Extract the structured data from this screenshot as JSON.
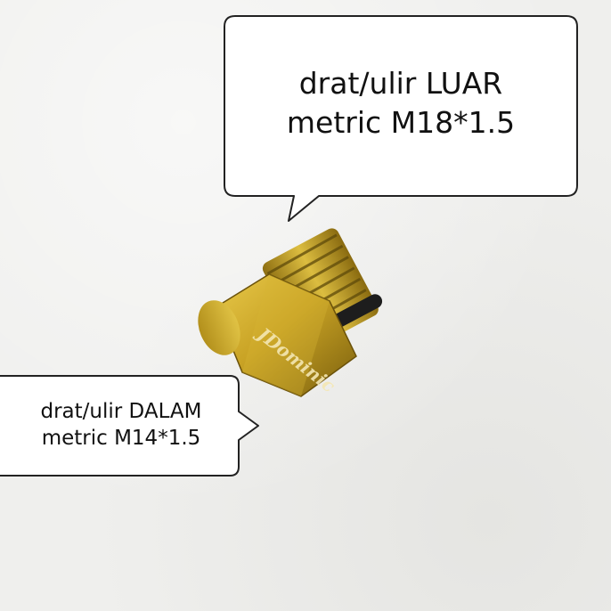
{
  "callouts": {
    "external_thread": {
      "line1": "drat/ulir LUAR",
      "line2": "metric M18*1.5"
    },
    "internal_thread": {
      "line1": "drat/ulir DALAM",
      "line2": "metric M14*1.5"
    }
  },
  "product": {
    "brand_engraving": "JDominic",
    "icon": "brass-thread-adapter-fitting",
    "colors": {
      "brass": "#c9a325",
      "brass_dark": "#7a5f0d",
      "o_ring": "#1d1d1d",
      "background": "#efefed"
    }
  }
}
